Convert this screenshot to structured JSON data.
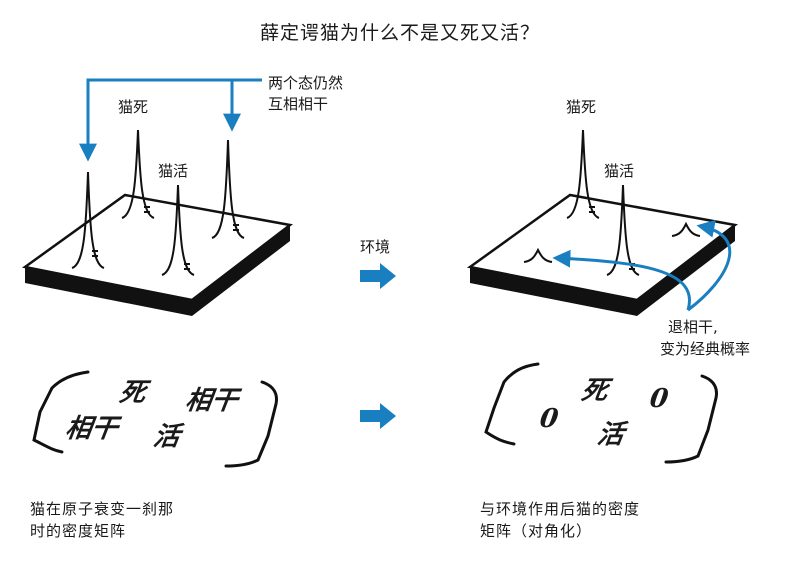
{
  "title": "薛定谔猫为什么不是又死又活？",
  "left_panel": {
    "note_line1": "两个态仍然",
    "note_line2": "互相相干",
    "peak_dead": "猫死",
    "peak_alive": "猫活"
  },
  "middle": {
    "arrow_label": "环境"
  },
  "right_panel": {
    "peak_dead": "猫死",
    "peak_alive": "猫活",
    "note_line1": "退相干,",
    "note_line2": "变为经典概率"
  },
  "left_matrix": {
    "r1c1": "死",
    "r1c2": "相干",
    "r2c1": "相干",
    "r2c2": "活"
  },
  "right_matrix": {
    "r1c1": "死",
    "r1c2": "0",
    "r2c1": "0",
    "r2c2": "活"
  },
  "captions": {
    "left_line1": "猫在原子衰变一刹那",
    "left_line2": "时的密度矩阵",
    "right_line1": "与环境作用后猫的密度",
    "right_line2": "矩阵（对角化）"
  },
  "colors": {
    "accent": "#1a7fc1",
    "ink": "#1a1a1a"
  }
}
